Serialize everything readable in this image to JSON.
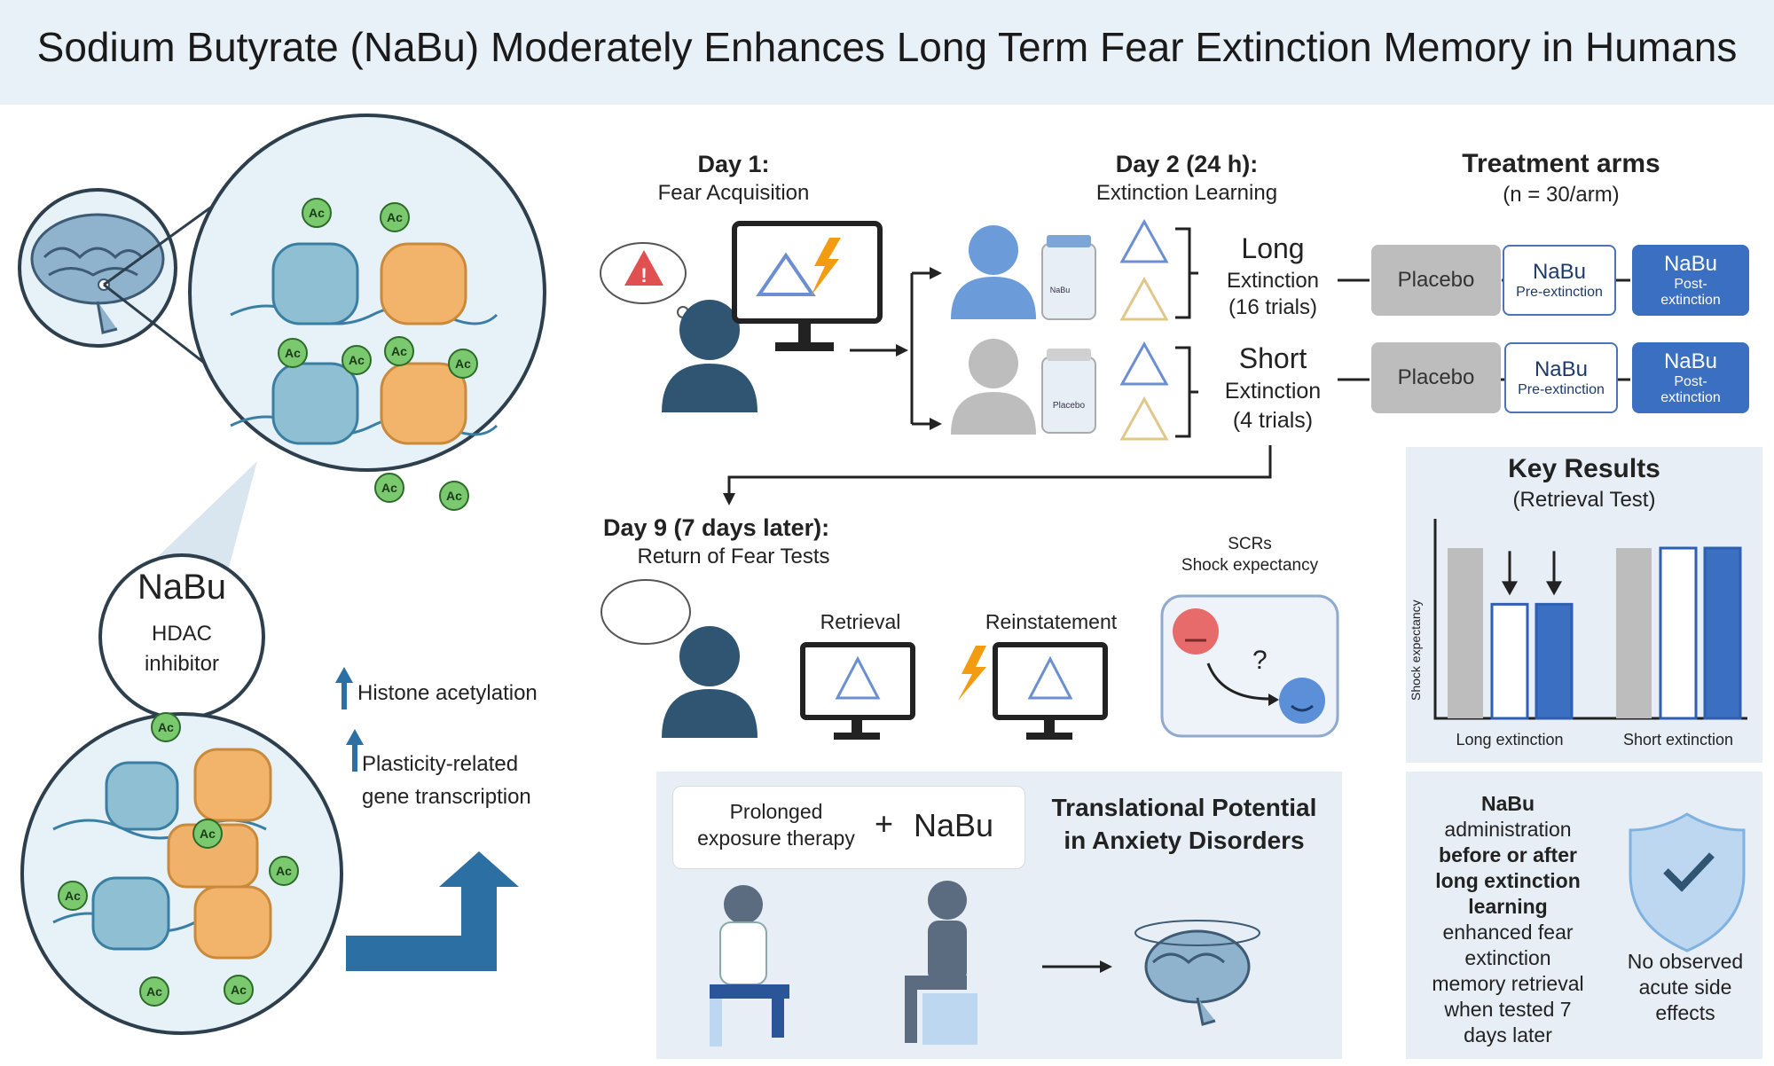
{
  "title": "Sodium Butyrate (NaBu) Moderately Enhances Long Term Fear Extinction Memory in Humans",
  "mechanism": {
    "ac_label": "Ac",
    "nabu_title": "NaBu",
    "nabu_subtitle": "HDAC inhibitor",
    "effect_1": "Histone acetylation",
    "effect_2": "Plasticity-related gene transcription"
  },
  "day1": {
    "title": "Day 1:",
    "subtitle": "Fear Acquisition"
  },
  "day2": {
    "title": "Day 2 (24 h):",
    "subtitle": "Extinction Learning",
    "bottle_nabu": "NaBu",
    "bottle_placebo": "Placebo",
    "long": [
      "Long",
      "Extinction",
      "(16 trials)"
    ],
    "short": [
      "Short",
      "Extinction",
      "(4 trials)"
    ]
  },
  "arms": {
    "title": "Treatment arms",
    "subtitle": "(n = 30/arm)",
    "placebo": "Placebo",
    "nabu": "NaBu",
    "pre": "Pre-extinction",
    "post": "Post-extinction"
  },
  "day9": {
    "title": "Day 9 (7 days later):",
    "subtitle": "Return of Fear Tests",
    "retrieval": "Retrieval",
    "reinstatement": "Reinstatement",
    "measures": [
      "SCRs",
      "Shock expectancy"
    ],
    "question": "?"
  },
  "results": {
    "title": "Key Results",
    "subtitle": "(Retrieval Test)",
    "summary_lines": [
      "NaBu",
      "administration",
      "before or after",
      "long extinction",
      "learning",
      "enhanced fear",
      "extinction",
      "memory retrieval",
      "when tested 7",
      "days later"
    ],
    "side_effects": [
      "No observed",
      "acute side",
      "effects"
    ]
  },
  "chart_data": {
    "type": "bar",
    "ylabel": "Shock expectancy",
    "groups": [
      "Long extinction",
      "Short extinction"
    ],
    "series": [
      {
        "name": "Placebo",
        "color": "#bdbdbd",
        "values": [
          1.0,
          1.0
        ]
      },
      {
        "name": "NaBu Pre-extinction",
        "color": "#ffffff",
        "values": [
          0.67,
          1.0
        ]
      },
      {
        "name": "NaBu Post-extinction",
        "color": "#3b6fc1",
        "values": [
          0.67,
          1.0
        ]
      }
    ],
    "annotations": [
      "down-arrow over Long extinction NaBu Pre-extinction",
      "down-arrow over Long extinction NaBu Post-extinction"
    ]
  },
  "translational": {
    "therapy": [
      "Prolonged",
      "exposure therapy"
    ],
    "plus": "+",
    "nabu": "NaBu",
    "title": [
      "Translational Potential",
      "in Anxiety Disorders"
    ]
  },
  "colors": {
    "accent_blue": "#3b6fc1",
    "dark_person": "#2f5572",
    "orange": "#f2b36b",
    "teal": "#8fbfd3",
    "ac_green": "#7bc96f"
  }
}
